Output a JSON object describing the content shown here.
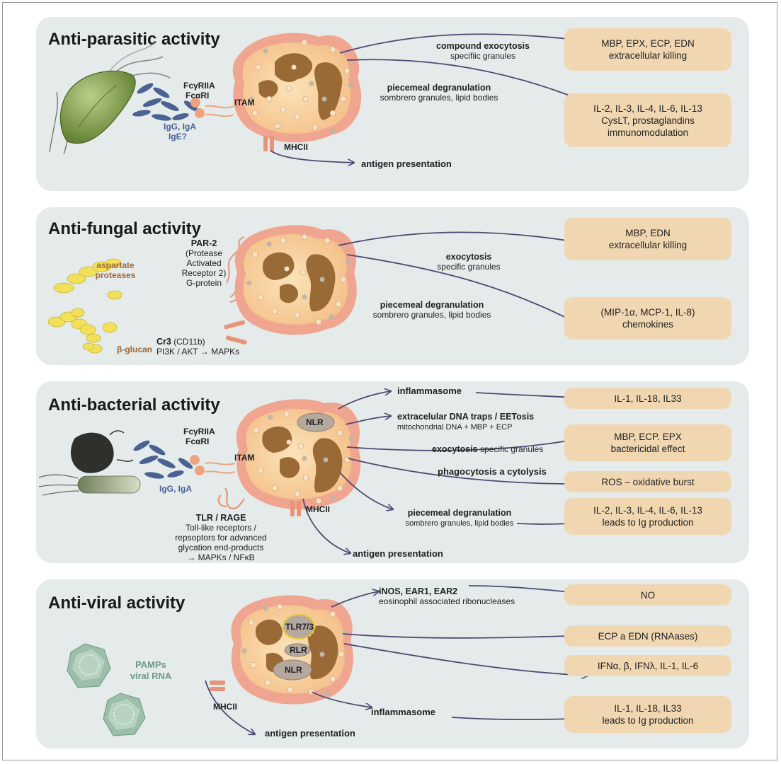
{
  "panels": {
    "parasitic": {
      "title": "Anti-parasitic activity",
      "receptor_1": "FcγRIIA",
      "receptor_2": "FcαRI",
      "itam": "ITAM",
      "antibodies_1": "IgG, IgA",
      "antibodies_2": "IgE?",
      "mhc": "MHCII",
      "route_1_title": "compound exocytosis",
      "route_1_sub": "specifiic granules",
      "route_2_title": "piecemeal degranulation",
      "route_2_sub": "sombrero granules, lipid bodies",
      "route_3": "antigen presentation",
      "box_1_line1": "MBP, EPX, ECP, EDN",
      "box_1_line2": "extracellular killing",
      "box_2_line1": "IL-2, IL-3, IL-4, IL-6,  IL-13",
      "box_2_line2": "CysLT, prostaglandins",
      "box_2_line3": "immunomodulation"
    },
    "fungal": {
      "title": "Anti-fungal activity",
      "pathogen_1_line1": "aspartate",
      "pathogen_1_line2": "proteases",
      "pathogen_2": "β-glucan",
      "par2_title": "PAR-2",
      "par2_l1": "(Protease",
      "par2_l2": "Activated",
      "par2_l3": "Receptor 2)",
      "par2_l4": "G-protein",
      "cr3_title": "Cr3",
      "cr3_paren": "(CD11b)",
      "cr3_path": "PI3K / AKT → MAPKs",
      "route_1_title": "exocytosis",
      "route_1_sub": "specific granules",
      "route_2_title": "piecemeal degranulation",
      "route_2_sub": "sombrero granules, lipid bodies",
      "box_1_line1": "MBP, EDN",
      "box_1_line2": "extracellular killing",
      "box_2_line1": "(MIP-1α, MCP-1, IL-8)",
      "box_2_line2": "chemokines"
    },
    "bacterial": {
      "title": "Anti-bacterial activity",
      "receptor_1": "FcγRIIA",
      "receptor_2": "FcαRI",
      "itam": "ITAM",
      "nlr": "NLR",
      "antibodies": "IgG, IgA",
      "mhc": "MHCII",
      "tlr_title": "TLR / RAGE",
      "tlr_l1": "Toll-like receptors /",
      "tlr_l2": "repsoptors for advanced",
      "tlr_l3": "glycation end-products",
      "tlr_l4": "→ MAPKs / NFκB",
      "route_1": "inflammasome",
      "route_2_title": "extracelular DNA traps / EETosis",
      "route_2_sub": "mitochondrial DNA + MBP + ECP",
      "route_3_title": "exocytosis",
      "route_3_sub": "specific granules",
      "route_4": "phagocytosis a cytolysis",
      "route_5_title": "piecemeal  degranulation",
      "route_5_sub": "sombrero granules, lipid bodies",
      "route_6": "antigen presentation",
      "box_1": "IL-1, IL-18, IL33",
      "box_2_line1": "MBP, ECP. EPX",
      "box_2_line2": "bactericidal effect",
      "box_3": "ROS – oxidative burst",
      "box_4_line1": "IL-2, IL-3, IL-4, IL-6,  IL-13",
      "box_4_line2": "leads to Ig production"
    },
    "viral": {
      "title": "Anti-viral activity",
      "pamps_1": "PAMPs",
      "pamps_2": "viral RNA",
      "tlr": "TLR7/3",
      "rlr": "RLR",
      "nlr": "NLR",
      "mhc": "MHCII",
      "route_1_title": "iNOS, EAR1, EAR2",
      "route_1_sub": "eosinophil associated ribonucleases",
      "route_2": "inflammasome",
      "route_3": "antigen presentation",
      "box_1": "NO",
      "box_2": "ECP a EDN (RNAases)",
      "box_3": "IFNα, β, IFNλ, IL-1, IL-6",
      "box_4_line1": "IL-1, IL-18, IL33",
      "box_4_line2": "leads to Ig production"
    }
  },
  "colors": {
    "panel_bg": "#e4ebea",
    "box_bg": "#f0d7b1",
    "arrow": "#4f4a73",
    "cell_outer": "#efa58f",
    "cell_inner": "#f8d5a3",
    "nucleus": "#9a6a36",
    "antibody": "#4a6193",
    "fungus": "#f3e05a",
    "virus": "#9cbfaa"
  }
}
